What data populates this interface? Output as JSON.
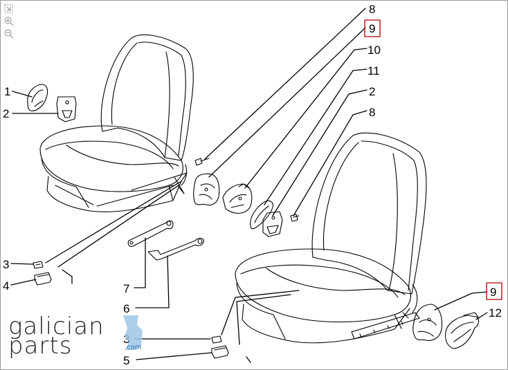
{
  "toolbar": {
    "tools": [
      {
        "icon": "fit-screen-icon"
      },
      {
        "icon": "zoom-in-icon"
      },
      {
        "icon": "zoom-out-icon"
      }
    ]
  },
  "callouts": [
    {
      "id": "c1",
      "label": "1"
    },
    {
      "id": "c2",
      "label": "2"
    },
    {
      "id": "c3",
      "label": "3"
    },
    {
      "id": "c4",
      "label": "4"
    },
    {
      "id": "c5",
      "label": "5"
    },
    {
      "id": "c6",
      "label": "6"
    },
    {
      "id": "c7",
      "label": "7"
    },
    {
      "id": "c8a",
      "label": "8"
    },
    {
      "id": "c9a",
      "label": "9",
      "highlighted": true
    },
    {
      "id": "c10",
      "label": "10"
    },
    {
      "id": "c11",
      "label": "11"
    },
    {
      "id": "c2b",
      "label": "2"
    },
    {
      "id": "c8b",
      "label": "8"
    },
    {
      "id": "c9b",
      "label": "9",
      "highlighted": true
    },
    {
      "id": "c12",
      "label": "12"
    },
    {
      "id": "c3b",
      "label": "3"
    }
  ],
  "logo": {
    "word1": "galician",
    "word2": "parts",
    "domain": ".com"
  },
  "colors": {
    "highlight": "#c0282d",
    "line": "#000000",
    "logo_accent": "#9cc6e6"
  }
}
